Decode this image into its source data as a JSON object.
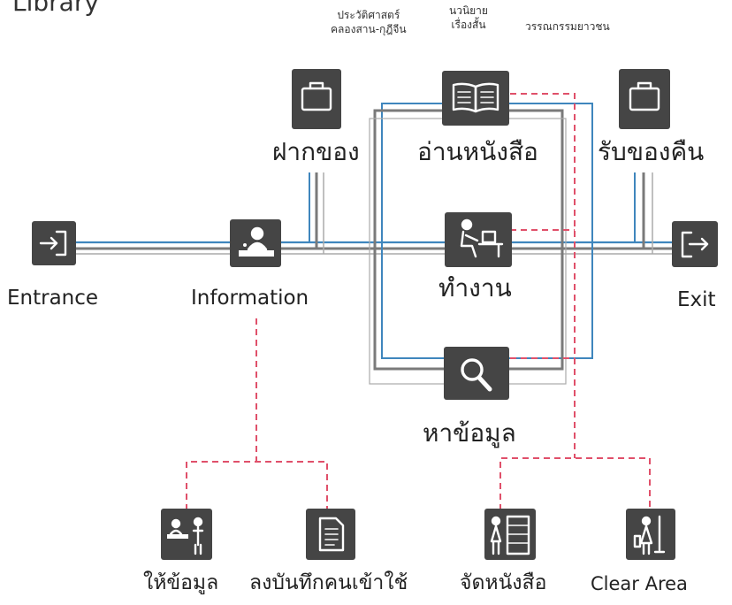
{
  "header": {
    "title": "Library"
  },
  "categories": {
    "history": [
      "ประวัติศาสตร์",
      "คลองสาน-กุฎีจีน"
    ],
    "novel": [
      "นวนิยาย",
      "เรื่องสั้น"
    ],
    "youth": "วรรณกรรมยาวชน"
  },
  "nodes": {
    "entrance": {
      "label": "Entrance",
      "icon": "enter-icon"
    },
    "information": {
      "label": "Information",
      "icon": "information-desk-icon"
    },
    "deposit": {
      "label": "ฝากของ",
      "icon": "briefcase-icon"
    },
    "reading": {
      "label": "อ่านหนังสือ",
      "icon": "open-book-icon"
    },
    "working": {
      "label": "ทำงาน",
      "icon": "person-at-desk-icon"
    },
    "searching": {
      "label": "หาข้อมูล",
      "icon": "magnifier-icon"
    },
    "pickup": {
      "label": "รับของคืน",
      "icon": "briefcase-icon"
    },
    "exit": {
      "label": "Exit",
      "icon": "exit-icon"
    }
  },
  "staff": {
    "give_info": {
      "label": "ให้ข้อมูล",
      "icon": "staff-service-icon"
    },
    "register": {
      "label": "ลงบันทึกคนเข้าใช้",
      "icon": "document-icon"
    },
    "arrange_books": {
      "label": "จัดหนังสือ",
      "icon": "bookshelf-icon"
    },
    "clear_area": {
      "label": "Clear Area",
      "icon": "cleaner-icon"
    }
  },
  "colors": {
    "icon_bg": "#454545",
    "blue_path": "#3f86bd",
    "gray_path": "#7a7a7a",
    "light_path": "#aaaaaa",
    "red_dash": "#e0506a"
  }
}
